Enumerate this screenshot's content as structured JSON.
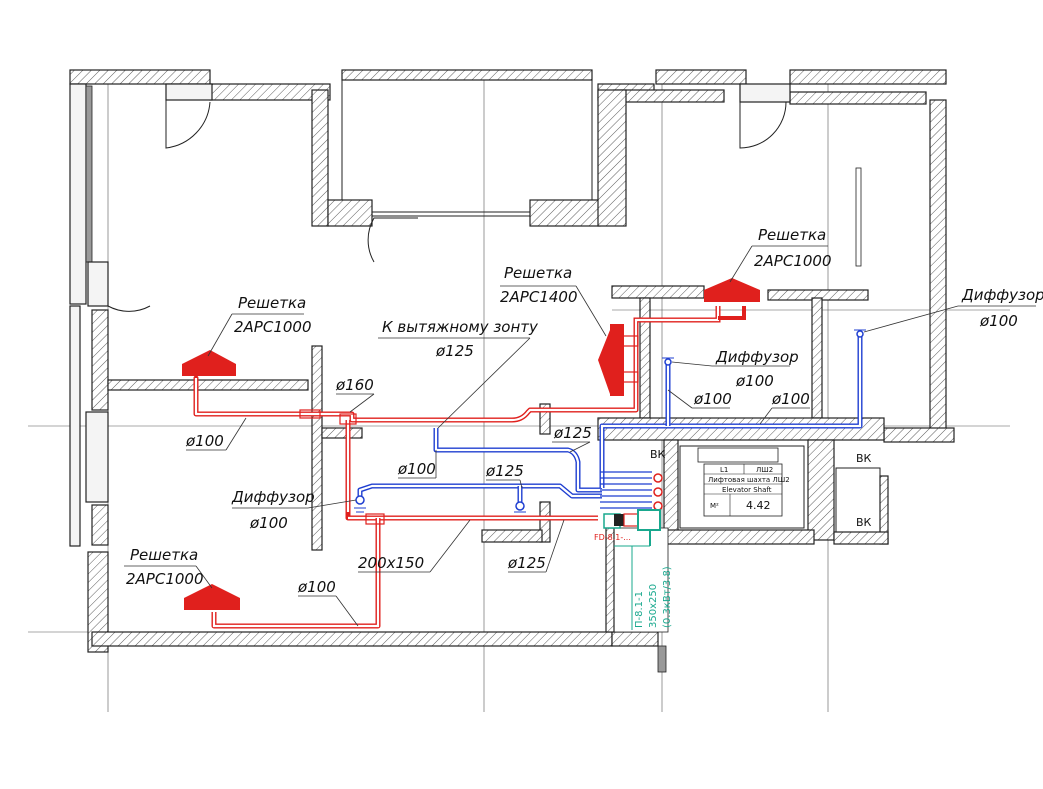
{
  "colors": {
    "supply_duct": "#e0201d",
    "exhaust_duct": "#1f3fd1",
    "units": "#19a88e",
    "walls": "#222222"
  },
  "labels": {
    "grille_nw_title": "Решетка",
    "grille_nw_size": "2АРС1000",
    "grille_sw_title": "Решетка",
    "grille_sw_size": "2АРС1000",
    "grille_ne_title": "Решетка",
    "grille_ne_size": "2АРС1000",
    "grille_center_title": "Решетка",
    "grille_center_size": "2АРС1400",
    "hood_title": "К вытяжному зонту",
    "hood_dia": "ø125",
    "diffuser_left_title": "Диффузор",
    "diffuser_left_dia": "ø100",
    "diffuser_center_title": "Диффузор",
    "diffuser_center_dia": "ø100",
    "diffuser_right_title": "Диффузор",
    "diffuser_right_dia": "ø100",
    "d160": "ø160",
    "d100_left": "ø100",
    "d100_center": "ø100",
    "d100_bottom": "ø100",
    "d100_right_a": "ø100",
    "d100_right_b": "ø100",
    "d125_a": "ø125",
    "d125_b": "ø125",
    "d125_c": "ø125",
    "rect_duct": "200x150",
    "vk_1": "ВК",
    "vk_2": "ВК",
    "vk_3": "ВК",
    "damper_tag": "FD-8.1-...",
    "unit_tag_1": "П-8.1-1",
    "unit_tag_2": "350x250",
    "unit_tag_3": "(0.3кВт/3.8)"
  },
  "elevator": {
    "col_1": "L1",
    "col_2": "ЛШ2",
    "row_1": "Лифтовая шахта ЛШ2",
    "row_2": "Elevator Shaft",
    "area_label": "М²",
    "area_value": "4.42"
  }
}
